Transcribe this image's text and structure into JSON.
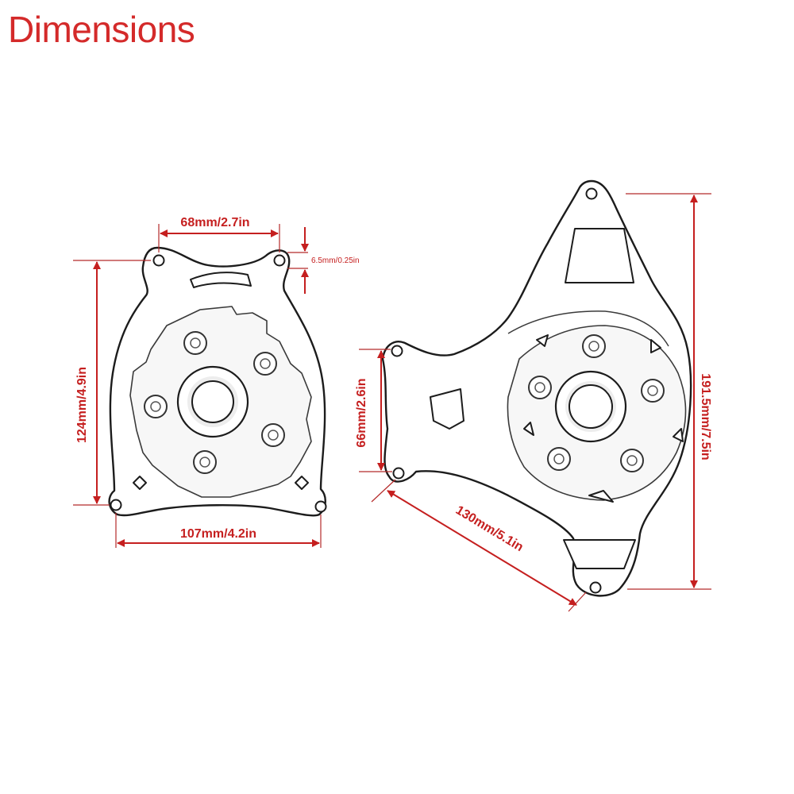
{
  "title": "Dimensions",
  "left_part": {
    "top_width": "68mm/2.7in",
    "hole_diameter": "6.5mm/0.25in",
    "height": "124mm/4.9in",
    "bottom_width": "107mm/4.2in"
  },
  "right_part": {
    "mount_height": "66mm/2.6in",
    "total_height": "191.5mm/7.5in",
    "diagonal": "130mm/5.1in"
  },
  "colors": {
    "annotation": "#c51f1f",
    "outline": "#1c1c1c",
    "background": "#ffffff"
  }
}
